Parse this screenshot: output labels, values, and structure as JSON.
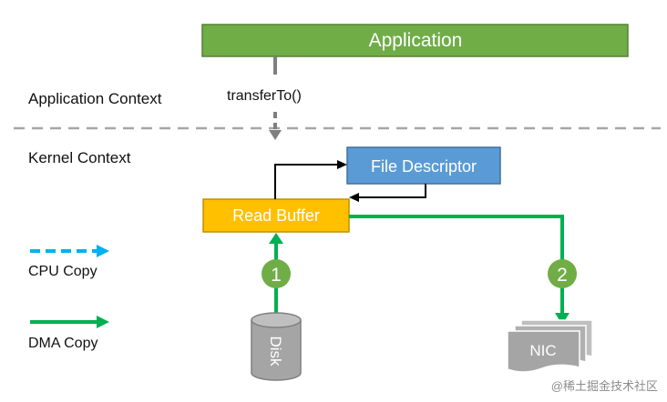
{
  "diagram": {
    "app_box_label": "Application",
    "app_context_label": "Application Context",
    "kernel_context_label": "Kernel Context",
    "call_label": "transferTo()",
    "file_descriptor_label": "File Descriptor",
    "read_buffer_label": "Read Buffer",
    "disk_label": "Disk",
    "nic_label": "NIC",
    "step1": "1",
    "step2": "2",
    "legend": {
      "cpu_copy": "CPU Copy",
      "dma_copy": "DMA Copy"
    },
    "watermark": "@稀土掘金技术社区"
  },
  "colors": {
    "app_green": "#70ad47",
    "fd_blue": "#5b9bd5",
    "buffer_yellow": "#ffc000",
    "dma_green": "#00b050",
    "cpu_blue": "#00b0f0",
    "disk_gray": "#a5a5a5",
    "dashed_gray": "#a6a6a6"
  }
}
